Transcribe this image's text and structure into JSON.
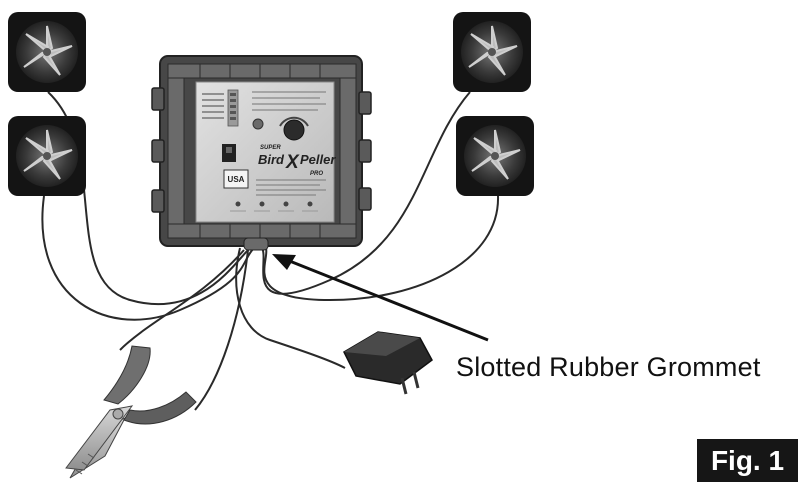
{
  "callout": {
    "label": "Slotted Rubber Grommet"
  },
  "figure_label": "Fig. 1",
  "device": {
    "brand_super": "SUPER",
    "brand_name_left": "Bird",
    "brand_x": "X",
    "brand_name_right": "Peller",
    "brand_pro": "PRO",
    "badge": "USA"
  },
  "speakers": [
    {
      "name": "speaker-top-left"
    },
    {
      "name": "speaker-mid-left"
    },
    {
      "name": "speaker-top-right"
    },
    {
      "name": "speaker-mid-right"
    }
  ],
  "colors": {
    "ink": "#111111",
    "panel": "#c9c9c9",
    "case": "#4a4a4a",
    "speaker_bg": "#141414"
  }
}
